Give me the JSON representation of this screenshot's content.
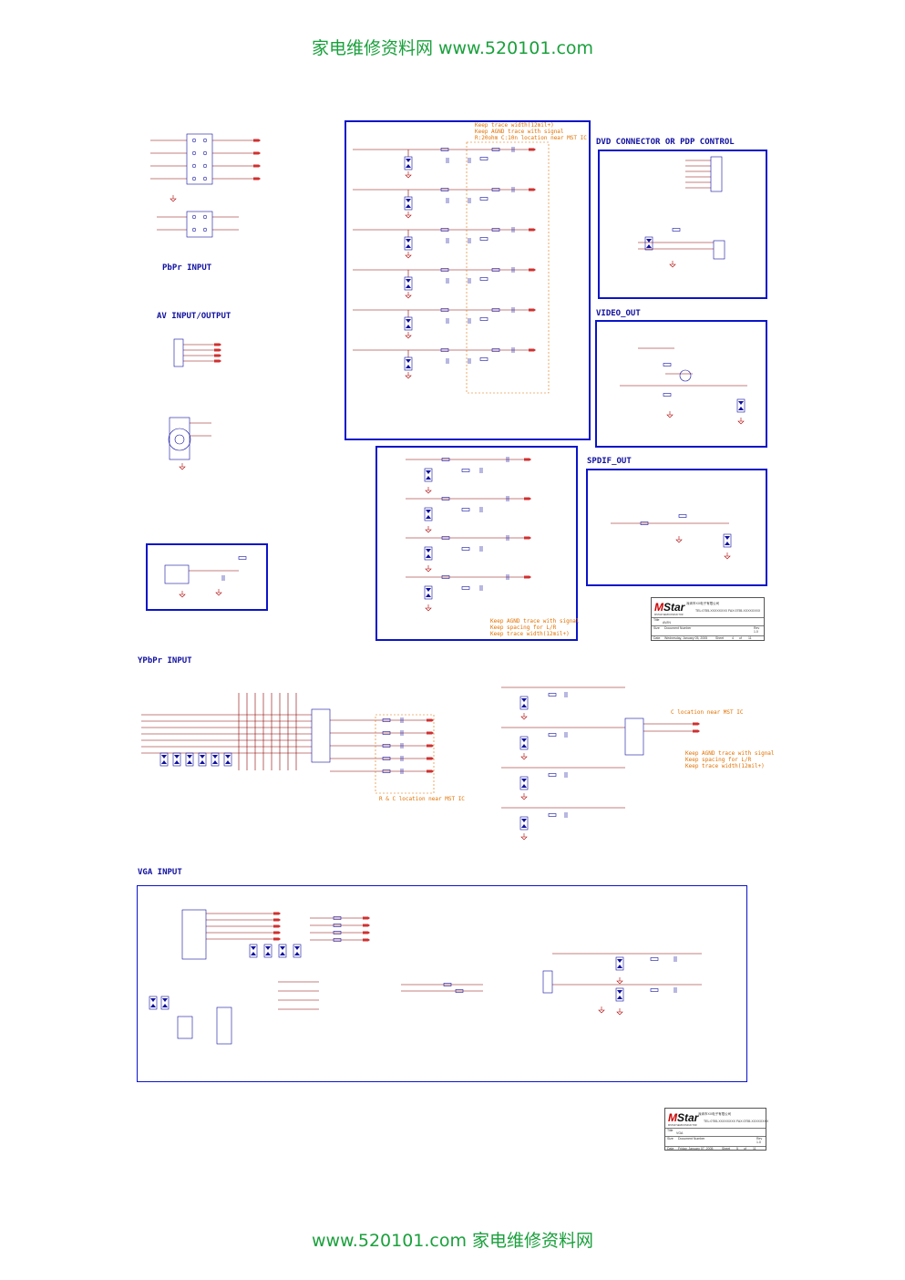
{
  "watermark_top": "家电维修资料网  www.520101.com",
  "watermark_bottom": "www.520101.com  家电维修资料网",
  "sections": {
    "pbpr_input": "PbPr INPUT",
    "av_io": "AV INPUT/OUTPUT",
    "dvd_connector": "DVD CONNECTOR OR PDP CONTROL",
    "video_out": "VIDEO_OUT",
    "spdif_out": "SPDIF_OUT",
    "ypbpr_input": "YPbPr INPUT",
    "vga_input": "VGA INPUT"
  },
  "notes": {
    "ypbpr_block": [
      "Keep trace width(12mil+)",
      "Keep AGND trace with signal",
      "R:20ohm C:10n location near MST IC"
    ],
    "audio_block": [
      "Keep AGND trace with signal",
      "Keep spacing for L/R",
      "Keep trace width(12mil+)"
    ],
    "c_location": "C location near MST IC",
    "rc_location": "R & C location near MST IC",
    "right_block": [
      "Keep AGND trace with signal",
      "Keep spacing for L/R",
      "Keep trace width(12mil+)"
    ]
  },
  "title_blocks": [
    {
      "logo_prefix": "M",
      "logo_suffix": "Star",
      "tagline": "MSTAR SEMICONDUCTOR",
      "company": "深圳市XX电子有限公司",
      "tel": "TEL:0755-XXXXXXXX    FAX:0755-XXXXXXXX",
      "title_label": "Title",
      "title_value": "AV/IN",
      "size_label": "Size",
      "doc_label": "Document Number",
      "rev_label": "Rev",
      "rev_value": "1.0",
      "date_label": "Date",
      "date_value": "Wednesday, January 05, 2005",
      "sheet_label": "Sheet",
      "sheet_value": "4",
      "of_label": "of",
      "of_value": "11"
    },
    {
      "logo_prefix": "M",
      "logo_suffix": "Star",
      "tagline": "MSTAR SEMICONDUCTOR",
      "company": "深圳市XX电子有限公司",
      "tel": "TEL:0755-XXXXXXXX    FAX:0755-XXXXXXXX",
      "title_label": "Title",
      "title_value": "VGA",
      "size_label": "Size",
      "doc_label": "Document Number",
      "rev_label": "Rev",
      "rev_value": "1.0",
      "date_label": "Date",
      "date_value": "Friday, January 07, 2005",
      "sheet_label": "Sheet",
      "sheet_value": "5",
      "of_label": "of",
      "of_value": "11"
    }
  ],
  "colors": {
    "box": "#0a14c8",
    "wire": "#8b0000",
    "component": "#1010a0",
    "ground": "#b00000",
    "net_label": "#d03030",
    "note": "#e07000",
    "watermark": "#1aa03c"
  }
}
